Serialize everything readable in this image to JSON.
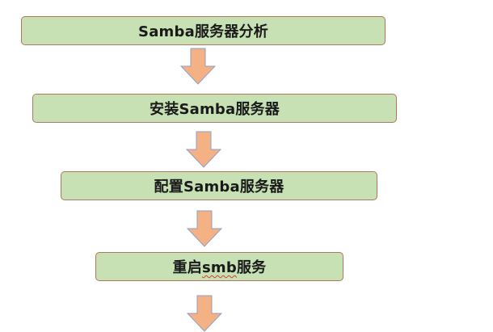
{
  "flowchart": {
    "steps": [
      {
        "label": "Samba服务器分析"
      },
      {
        "label": "安装Samba服务器"
      },
      {
        "label": "配置Samba服务器"
      },
      {
        "label_prefix": "重启",
        "label_spell": "smb",
        "label_suffix": "服务"
      }
    ],
    "arrow_fill": "#f4b183",
    "arrow_stroke": "#8ea0c8",
    "box_fill": "#c7e0b4",
    "box_border": "#b0785a"
  }
}
